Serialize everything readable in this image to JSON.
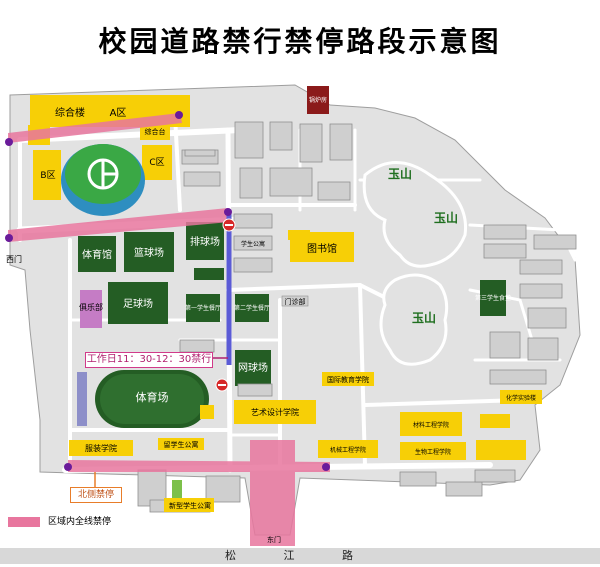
{
  "title": "校园道路禁行禁停路段示意图",
  "notice": "工作日11：30-12：30禁行",
  "north_gate_label": "北侧禁停",
  "legend_label": "区域内全线禁停",
  "road_label": "松 江 路",
  "colors": {
    "background": "#ffffff",
    "campus": "#e2e2e2",
    "road": "#ffffff",
    "building": "#f7cf06",
    "building_green": "#245d24",
    "gray_block": "#cfcfcf",
    "no_park": "#e8769e",
    "no_pass": "#5b5bd6",
    "node": "#6a1b9a",
    "gate": "#e87d2a"
  },
  "labels": {
    "zonghe": "综合楼",
    "a_zone": "A区",
    "b_zone": "B区",
    "c_zone": "C区",
    "zonghe_tai": "综合台",
    "west_gate": "西门",
    "tiyuguan": "体育馆",
    "lanqiuchang": "篮球场",
    "paiqiuchang": "排球场",
    "jule": "俱乐部",
    "zuqiuchang": "足球场",
    "tiyuchang": "体育场",
    "wangqiuchang": "网球场",
    "tushuguan": "图书馆",
    "yishu": "艺术设计学院",
    "yushan_a": "玉山",
    "yushan_b": "玉山",
    "yushan_c": "玉山",
    "xuesheng_a": "学生公寓",
    "xuesheng_b": "第一学生餐厅",
    "xuesheng_c": "第二学生餐厅",
    "xuesheng_d": "第三学生食堂",
    "fuzhuang": "服装学院",
    "lingxue": "留学生公寓",
    "xinxing": "新型学生公寓",
    "guoji": "国际教育学院",
    "cailiao": "材料工程学院",
    "jixie": "机械工程学院",
    "shengwu": "生物工程学院",
    "huaxue": "化学实验楼",
    "dongmen": "东门",
    "guolu": "锅炉房",
    "mengu": "门诊部"
  }
}
